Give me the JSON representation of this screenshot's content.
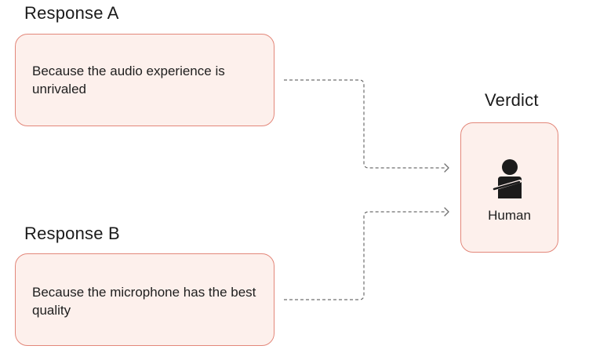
{
  "response_a": {
    "heading": "Response A",
    "text": "Because the audio experience is unrivaled"
  },
  "response_b": {
    "heading": "Response B",
    "text": "Because the microphone has the best quality"
  },
  "verdict": {
    "heading": "Verdict",
    "label": "Human",
    "icon": "human-icon"
  },
  "colors": {
    "card_fill": "#fdf0ec",
    "card_border": "#e3877a",
    "connector": "#6f6f6f",
    "icon": "#1b1b1b"
  }
}
